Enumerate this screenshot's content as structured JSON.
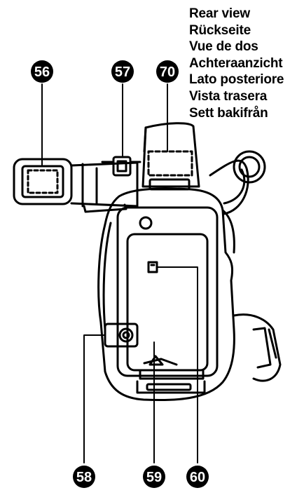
{
  "captions": [
    "Rear view",
    "Rückseite",
    "Vue de dos",
    "Achteraanzicht",
    "Lato posteriore",
    "Vista trasera",
    "Sett bakifrån"
  ],
  "callouts": {
    "c56": "56",
    "c57": "57",
    "c70": "70",
    "c58": "58",
    "c59": "59",
    "c60": "60"
  },
  "colors": {
    "ink": "#000000",
    "paper": "#ffffff"
  }
}
